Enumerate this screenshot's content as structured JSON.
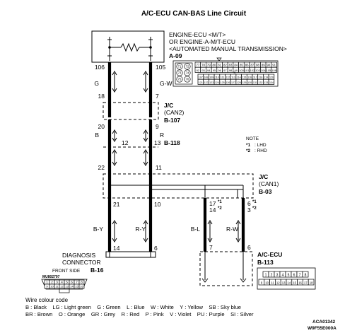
{
  "title": "A/C-ECU CAN-BAS Line Circuit",
  "engine_ecu": {
    "line1": "ENGINE-ECU <M/T>",
    "line2": "OR ENGINE-A-M/T-ECU",
    "line3": "<AUTOMATED MANUAL TRANSMISSION>",
    "connector": "A-09",
    "grid_row1": [
      "77",
      "78",
      "79",
      "80",
      "81",
      "82",
      "83",
      "84",
      "85",
      "86",
      "87",
      "88",
      "89",
      "90",
      "91"
    ],
    "grid_row2": [
      "92",
      "93",
      "94",
      "95",
      "96",
      "97",
      "98",
      "99",
      "100",
      "101",
      "102",
      "103",
      "104",
      "105",
      "106"
    ],
    "grid_row3": [
      "107",
      "108",
      "109",
      "110",
      "111",
      "112",
      "113",
      "114",
      "115",
      "116",
      "117",
      "118",
      "119",
      "120"
    ],
    "grid_row4": [
      "121",
      "122",
      "123",
      "124",
      "125",
      "126",
      "127",
      "128",
      "129",
      "130",
      "131",
      "132",
      "133",
      "134"
    ],
    "mini_pins": [
      "71",
      "72",
      "73",
      "74",
      "75",
      "76"
    ],
    "key_label": "K"
  },
  "pins": {
    "ecu_left": "106",
    "ecu_right": "105",
    "jc2_left_top": "18",
    "jc2_right_top": "7",
    "jc2_left_bottom": "20",
    "jc2_right_bottom": "9",
    "b118_left": "12",
    "b118_right": "13",
    "can1_left_a": "22",
    "can1_right_a": "11",
    "can1_left_b": "21",
    "can1_right_b": "10",
    "can1_p17": "17",
    "can1_p14": "14",
    "can1_p6": "6",
    "can1_p3": "3",
    "star1": "*1",
    "star2": "*2",
    "diag_left": "14",
    "diag_right": "6",
    "ac_left": "7",
    "ac_right": "6"
  },
  "wires": {
    "g": "G",
    "gw": "G-W",
    "b1": "B",
    "r1": "R",
    "by": "B-Y",
    "ry": "R-Y",
    "bl": "B-L",
    "rw": "R-W"
  },
  "jc2": {
    "name": "J/C",
    "sub": "(CAN2)",
    "conn": "B-107"
  },
  "b118": "B-118",
  "can1": {
    "name": "J/C",
    "sub": "(CAN1)",
    "conn": "B-03"
  },
  "note": {
    "title": "NOTE",
    "line1_mark": "*1",
    "line1_text": ": LHD",
    "line2_mark": "*2",
    "line2_text": ": RHD"
  },
  "diag": {
    "line1": "DIAGNOSIS",
    "line2": "CONNECTOR",
    "front": "FRONT SIDE",
    "conn": "B-16",
    "part": "MU802797",
    "row1": [
      "1",
      "2",
      "3",
      "4",
      "5",
      "6",
      "7",
      "8"
    ],
    "row2": [
      "9",
      "10",
      "11",
      "12",
      "13",
      "14",
      "15",
      "16"
    ]
  },
  "ac_ecu": {
    "name": "A/C-ECU",
    "conn": "B-113",
    "row1": [
      "1",
      "2",
      "3",
      "4",
      "5",
      "6",
      "7",
      "8"
    ],
    "row2": [
      "9",
      "10",
      "11",
      "12",
      "13",
      "14",
      "15",
      "16",
      "17",
      "18"
    ]
  },
  "legend": {
    "title": "Wire colour code",
    "line1": "B : Black    LG : Light green    G : Green    L : Blue    W : White    Y : Yellow    SB : Sky blue",
    "line2": "BR : Brown    O : Orange    GR : Grey    R : Red    P : Pink    V : Violet    PU : Purple    SI : Silver"
  },
  "codes": {
    "code1": "ACA01342",
    "code2": "W9F55E000A"
  }
}
